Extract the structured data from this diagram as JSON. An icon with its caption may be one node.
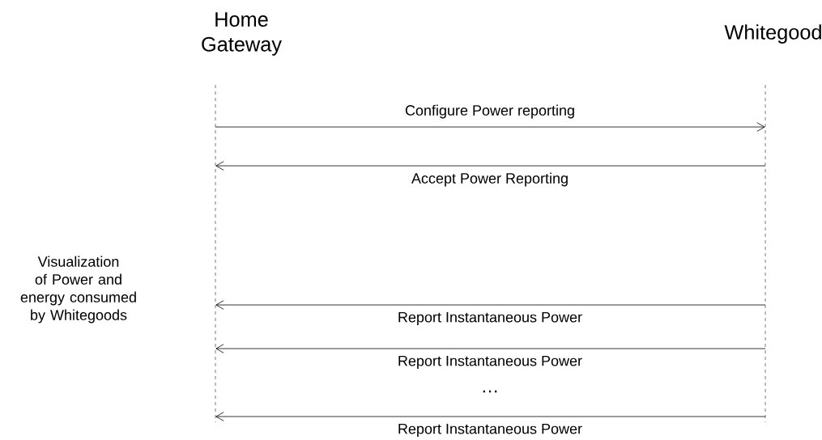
{
  "diagram": {
    "nodes": [
      {
        "text": [
          "Home Gateway"
        ]
      },
      {
        "text": [
          "Whitegood"
        ]
      }
    ],
    "edges": [
      {
        "from": 0,
        "to": 1,
        "arrow": "to",
        "label": "Configure Power reporting"
      },
      {
        "from": 1,
        "to": 0,
        "arrow": "to",
        "label": "Accept Power Reporting"
      },
      {
        "from": 1,
        "to": 0,
        "arrow": "to",
        "label": "Report Instantaneous Power"
      },
      {
        "from": 1,
        "to": 0,
        "arrow": "to",
        "label": "Report Instantaneous Power"
      },
      {
        "from": 1,
        "to": 0,
        "arrow": "to",
        "label": "Report Instantaneous Power"
      }
    ],
    "labels": [
      "Visualization of Power and energy consumed by Whitegoods",
      "…"
    ]
  }
}
